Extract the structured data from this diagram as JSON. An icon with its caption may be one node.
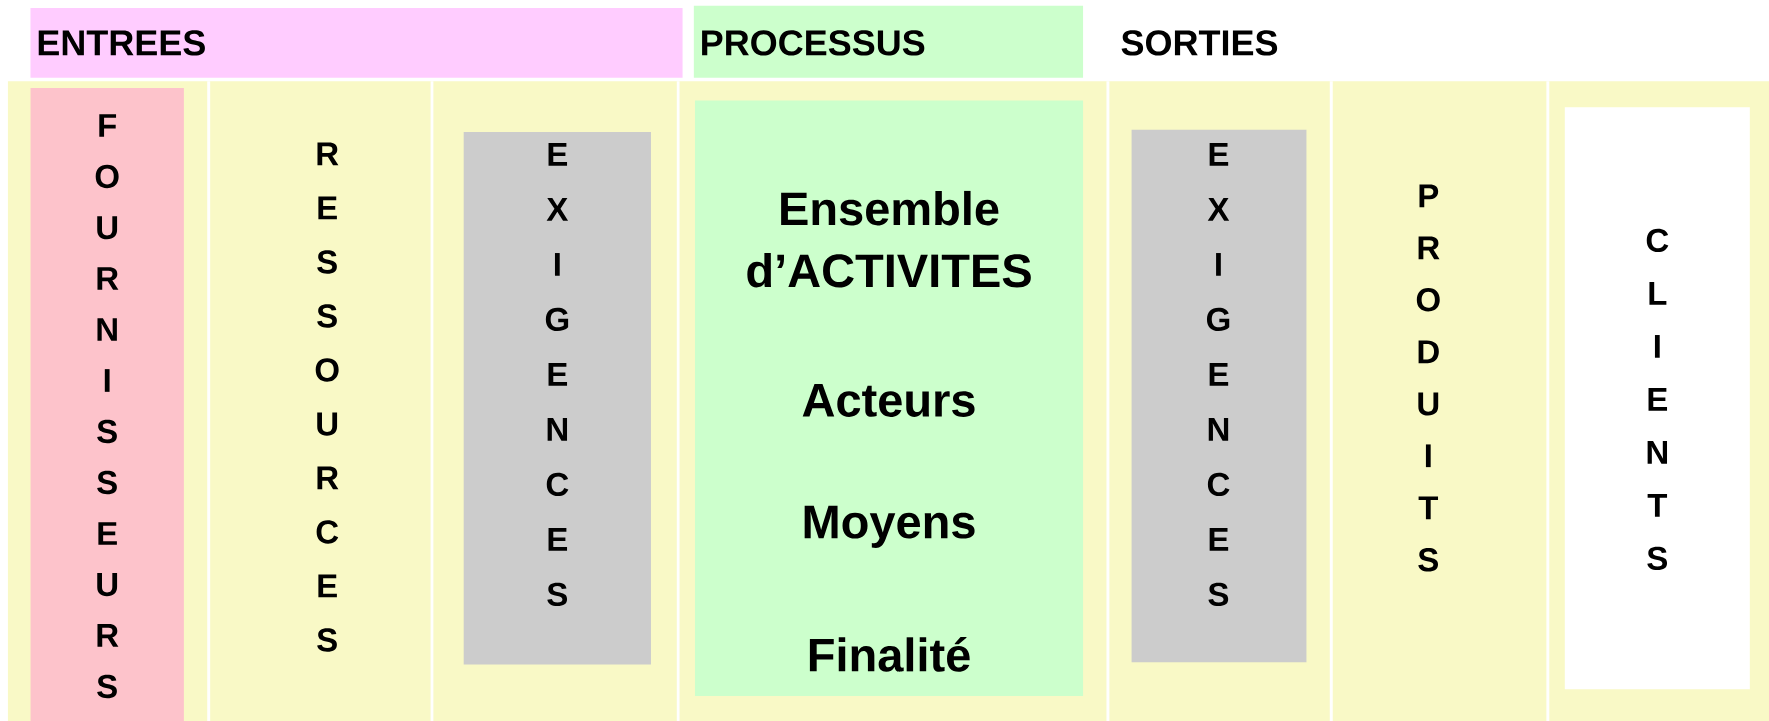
{
  "diagram": {
    "nodes": [
      {
        "text": [
          "ENTREES"
        ]
      },
      {
        "text": [
          "PROCESSUS"
        ]
      },
      {
        "text": [
          "SORTIES"
        ]
      },
      {
        "text": [
          "FOURNISSEURS"
        ]
      },
      {
        "text": [
          "RESSOURCES"
        ]
      },
      {
        "text": [
          "EXIGENCES"
        ]
      },
      {
        "text": [
          "Ensemble d’ACTIVITES",
          "Acteurs",
          "Moyens",
          "Finalité"
        ]
      },
      {
        "text": [
          "EXIGENCES"
        ]
      },
      {
        "text": [
          "PRODUITS"
        ]
      },
      {
        "text": [
          "CLIENTS"
        ]
      }
    ]
  }
}
